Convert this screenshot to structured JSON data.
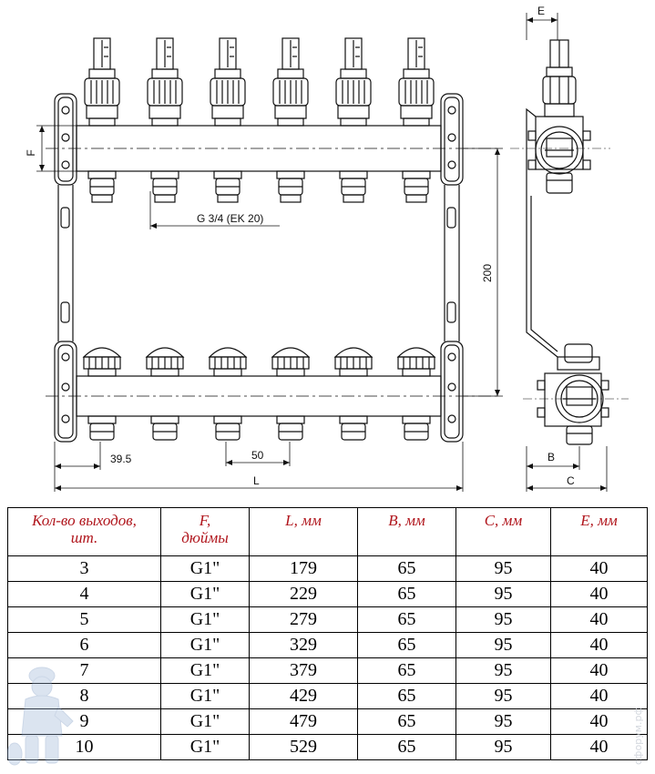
{
  "drawing": {
    "dims": {
      "e": "E",
      "f": "F",
      "thread": "G 3/4 (EK 20)",
      "height": "200",
      "first_offset": "39.5",
      "pitch": "50",
      "length": "L",
      "b": "B",
      "c": "C"
    },
    "outlet_count_shown": 6
  },
  "table": {
    "headers": [
      {
        "line1": "Кол-во выходов,",
        "line2": "шт."
      },
      {
        "line1": "F,",
        "line2": "дюймы"
      },
      {
        "line1": "L, мм",
        "line2": ""
      },
      {
        "line1": "B, мм",
        "line2": ""
      },
      {
        "line1": "C, мм",
        "line2": ""
      },
      {
        "line1": "E, мм",
        "line2": ""
      }
    ],
    "rows": [
      [
        "3",
        "G1\"",
        "179",
        "65",
        "95",
        "40"
      ],
      [
        "4",
        "G1\"",
        "229",
        "65",
        "95",
        "40"
      ],
      [
        "5",
        "G1\"",
        "279",
        "65",
        "95",
        "40"
      ],
      [
        "6",
        "G1\"",
        "329",
        "65",
        "95",
        "40"
      ],
      [
        "7",
        "G1\"",
        "379",
        "65",
        "95",
        "40"
      ],
      [
        "8",
        "G1\"",
        "429",
        "65",
        "95",
        "40"
      ],
      [
        "9",
        "G1\"",
        "479",
        "65",
        "95",
        "40"
      ],
      [
        "10",
        "G1\"",
        "529",
        "65",
        "95",
        "40"
      ]
    ]
  },
  "watermark": "сфорум.рф",
  "colors": {
    "header_text": "#b0151c",
    "lines": "#111111",
    "watermark": "#c9ced6"
  }
}
